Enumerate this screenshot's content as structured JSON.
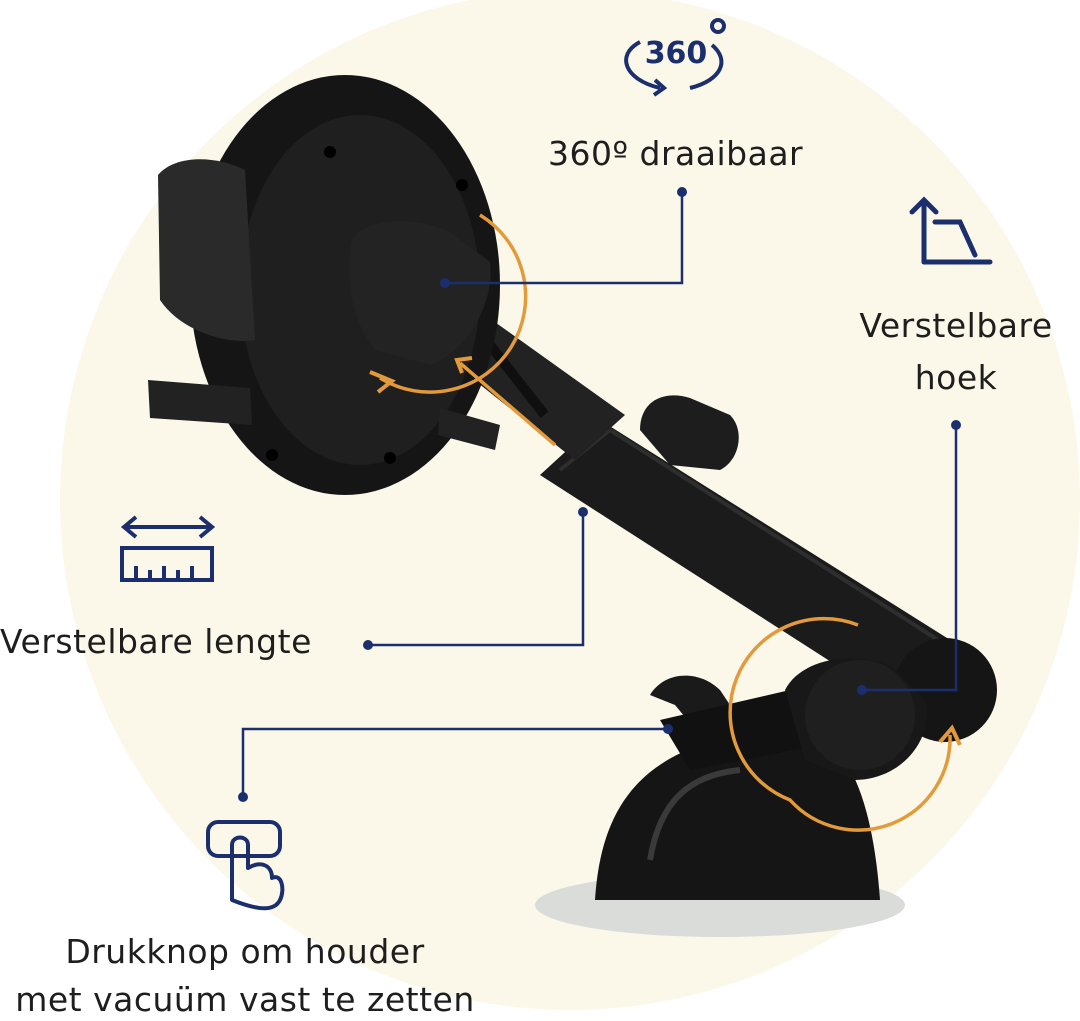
{
  "features": {
    "rotation": {
      "label": "360º draaibaar",
      "badge": "360",
      "icon": "rotate-360-icon"
    },
    "angle": {
      "line1": "Verstelbare",
      "line2": "hoek",
      "icon": "angle-icon"
    },
    "length": {
      "label": "Verstelbare lengte",
      "icon": "ruler-width-icon"
    },
    "button": {
      "line1": "Drukknop om houder",
      "line2": "met vacuüm vast te zetten",
      "icon": "press-button-icon"
    }
  },
  "colors": {
    "navy": "#1b2f6e",
    "orange": "#e39a3b",
    "backdrop": "#fbf8ea",
    "product": "#1c1c1c"
  }
}
